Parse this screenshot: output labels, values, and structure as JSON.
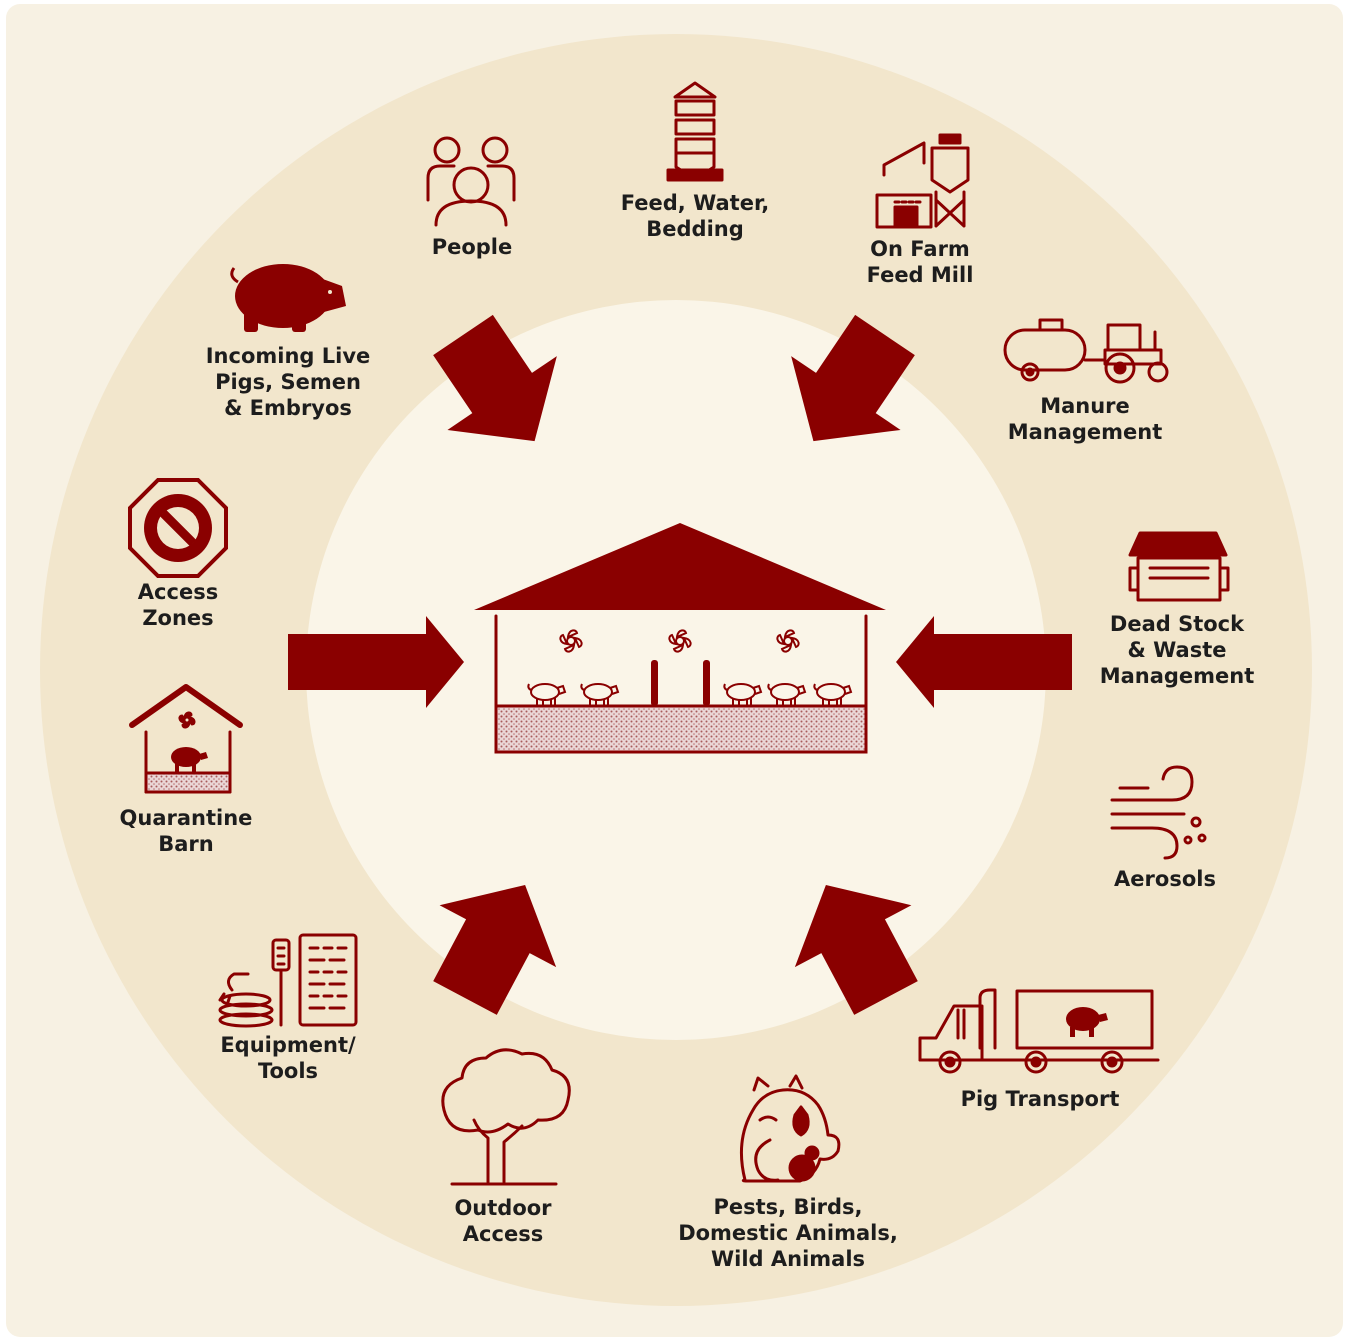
{
  "colors": {
    "frame": "#f7f1e3",
    "ring": "#f2e6cc",
    "inner": "#faf5e8",
    "accent": "#8a0000",
    "floor_pattern": "#d8b8b8",
    "text": "#1d1d1d"
  },
  "center": {
    "icon": "barn-with-pigs-and-fans-icon"
  },
  "sources": [
    {
      "id": "people",
      "icon": "people-icon",
      "lines": [
        "People"
      ]
    },
    {
      "id": "feed",
      "icon": "feed-bin-icon",
      "lines": [
        "Feed, Water,",
        "Bedding"
      ]
    },
    {
      "id": "feedmill",
      "icon": "feed-mill-icon",
      "lines": [
        "On Farm",
        "Feed Mill"
      ]
    },
    {
      "id": "manure",
      "icon": "tractor-tanker-icon",
      "lines": [
        "Manure",
        "Management"
      ]
    },
    {
      "id": "deadstock",
      "icon": "dumpster-icon",
      "lines": [
        "Dead Stock",
        "& Waste",
        "Management"
      ]
    },
    {
      "id": "aerosols",
      "icon": "wind-icon",
      "lines": [
        "Aerosols"
      ]
    },
    {
      "id": "transport",
      "icon": "truck-icon",
      "lines": [
        "Pig Transport"
      ]
    },
    {
      "id": "pests",
      "icon": "animals-icon",
      "lines": [
        "Pests, Birds,",
        "Domestic Animals,",
        "Wild Animals"
      ]
    },
    {
      "id": "outdoor",
      "icon": "tree-icon",
      "lines": [
        "Outdoor",
        "Access"
      ]
    },
    {
      "id": "equipment",
      "icon": "tools-icon",
      "lines": [
        "Equipment/",
        "Tools"
      ]
    },
    {
      "id": "quarantine",
      "icon": "quarantine-barn-icon",
      "lines": [
        "Quarantine",
        "Barn"
      ]
    },
    {
      "id": "access",
      "icon": "no-entry-icon",
      "lines": [
        "Access",
        "Zones"
      ]
    },
    {
      "id": "incoming",
      "icon": "pig-icon",
      "lines": [
        "Incoming Live",
        "Pigs, Semen",
        "& Embryos"
      ]
    }
  ],
  "arrows": [
    {
      "id": "arrow-top-left",
      "icon": "arrow-icon"
    },
    {
      "id": "arrow-top-right",
      "icon": "arrow-icon"
    },
    {
      "id": "arrow-left",
      "icon": "arrow-icon"
    },
    {
      "id": "arrow-right",
      "icon": "arrow-icon"
    },
    {
      "id": "arrow-bottom-left",
      "icon": "arrow-icon"
    },
    {
      "id": "arrow-bottom-right",
      "icon": "arrow-icon"
    }
  ]
}
